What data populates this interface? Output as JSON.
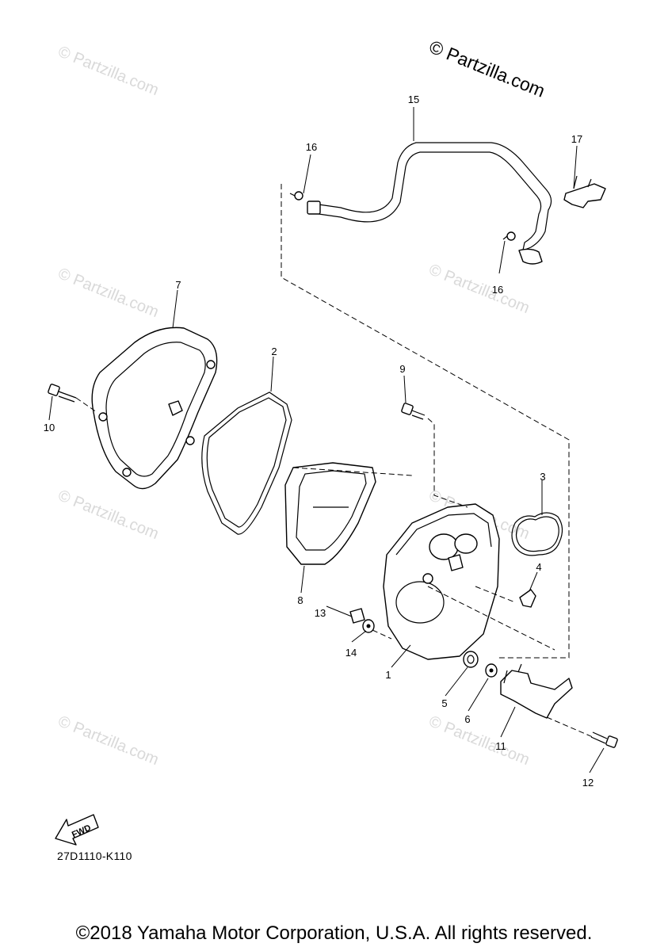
{
  "watermark": {
    "main": "© Partzilla.com",
    "repeat": "© Partzilla.com"
  },
  "callouts": {
    "p1": "1",
    "p2": "2",
    "p3": "3",
    "p4": "4",
    "p5": "5",
    "p6": "6",
    "p7": "7",
    "p8": "8",
    "p9": "9",
    "p10": "10",
    "p11": "11",
    "p12": "12",
    "p13": "13",
    "p14": "14",
    "p15": "15",
    "p16a": "16",
    "p16b": "16",
    "p17": "17"
  },
  "fwd_label": "FWD",
  "diagram_code": "27D1110-K110",
  "copyright": "©2018 Yamaha Motor Corporation, U.S.A. All rights reserved."
}
